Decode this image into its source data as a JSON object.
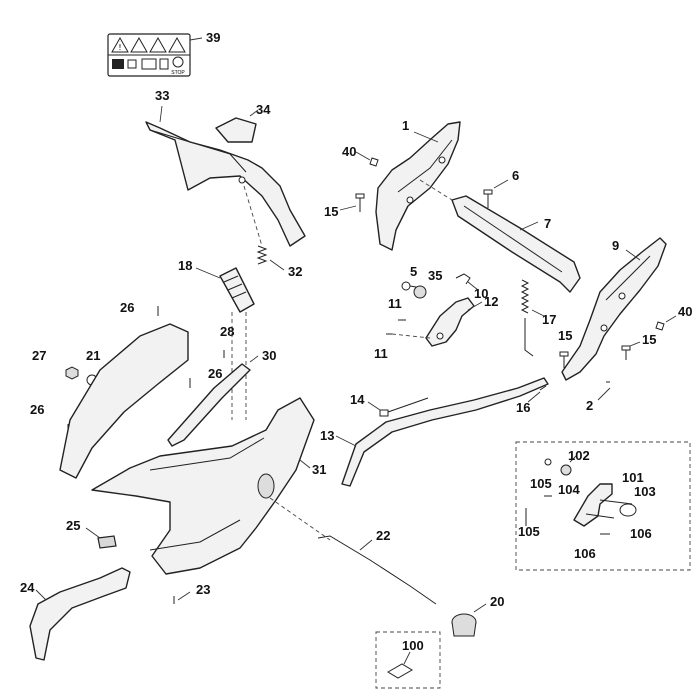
{
  "callouts": {
    "c1": "1",
    "c2": "2",
    "c6": "6",
    "c7": "7",
    "c9": "9",
    "c10": "10",
    "c11a": "11",
    "c11b": "11",
    "c12": "12",
    "c13": "13",
    "c14": "14",
    "c15a": "15",
    "c15b": "15",
    "c15c": "15",
    "c16": "16",
    "c17": "17",
    "c18": "18",
    "c20": "20",
    "c21": "21",
    "c22": "22",
    "c23": "23",
    "c24": "24",
    "c25": "25",
    "c26a": "26",
    "c26b": "26",
    "c26c": "26",
    "c27": "27",
    "c28": "28",
    "c30": "30",
    "c31": "31",
    "c32": "32",
    "c33": "33",
    "c34": "34",
    "c35": "35",
    "c39": "39",
    "c40a": "40",
    "c40b": "40",
    "c5": "5",
    "c100": "100",
    "c101": "101",
    "c102": "102",
    "c103": "103",
    "c104": "104",
    "c105a": "105",
    "c105b": "105",
    "c106a": "106",
    "c106b": "106"
  },
  "warning_label": {
    "stop_text": "STOP"
  },
  "icons": [
    "warning-triangle-icon",
    "manual-icon",
    "stop-icon"
  ]
}
